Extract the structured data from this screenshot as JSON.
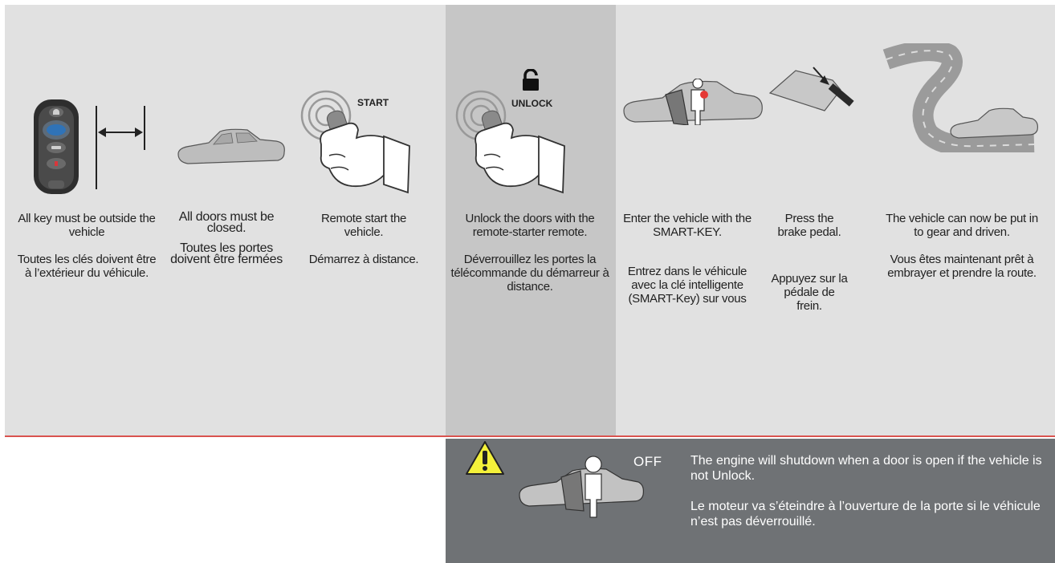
{
  "steps": [
    {
      "en": "All key must be outside the vehicle",
      "fr": "Toutes les clés doivent être à l’extérieur du véhicule."
    },
    {
      "en": "All doors must be closed.",
      "fr": "Toutes les portes doivent être fermées"
    },
    {
      "en": "Remote start the vehicle.",
      "fr": "Démarrez à distance.",
      "button_label": "START"
    },
    {
      "en": "Unlock the doors with the remote-starter remote.",
      "fr": "Déverrouillez les portes la télécommande du démarreur à distance.",
      "button_label": "UNLOCK"
    },
    {
      "en": "Enter the vehicle with the SMART-KEY.",
      "fr": "Entrez dans le véhicule avec la clé intelligente (SMART-Key) sur vous"
    },
    {
      "en": "Press the brake pedal.",
      "fr": "Appuyez sur la pédale de frein."
    },
    {
      "en": "The vehicle can now be put in to gear and driven.",
      "fr": "Vous êtes maintenant prêt à embrayer et prendre la route."
    }
  ],
  "warning": {
    "off_label": "OFF",
    "en": "The engine will shutdown when a door is open if the vehicle is not Unlock.",
    "fr": "Le moteur va s’éteindre à l’ouverture de la porte si le véhicule n’est pas déverrouillé."
  },
  "colors": {
    "band": "#e1e1e1",
    "highlight": "#c6c6c6",
    "divider": "#d9534f",
    "warning_panel": "#6f7275",
    "warning_icon": "#f4f13a"
  }
}
